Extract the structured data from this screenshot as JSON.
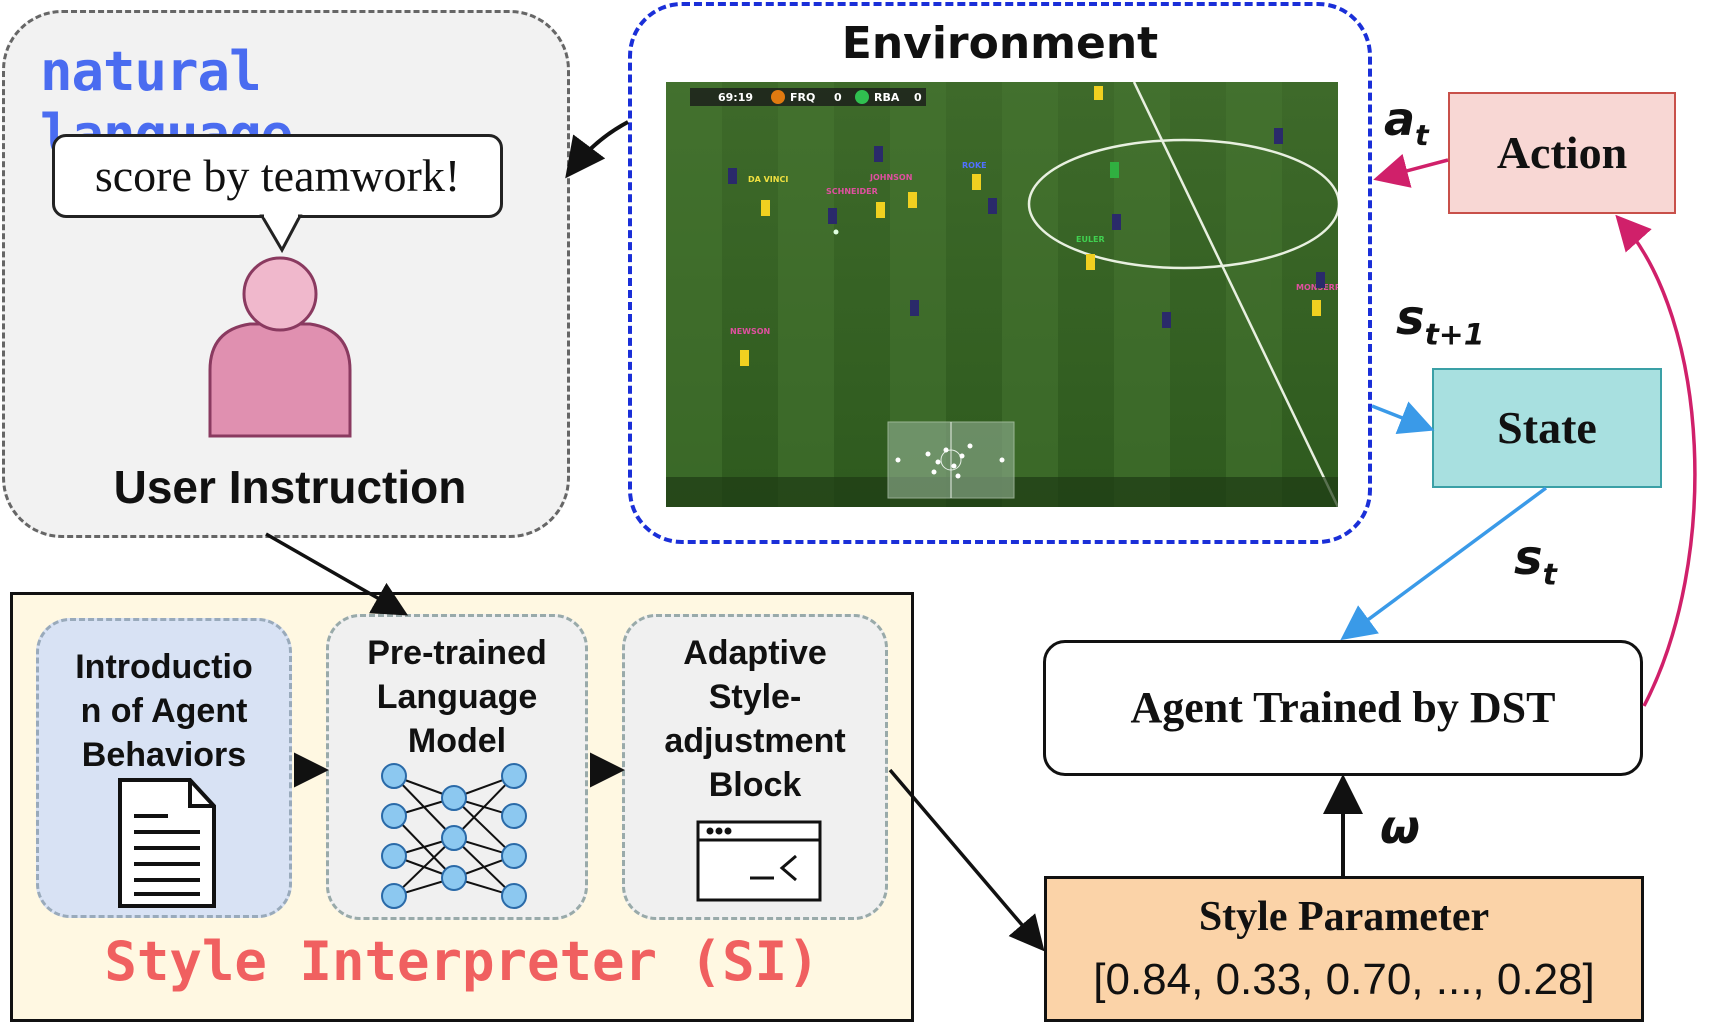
{
  "user": {
    "header": "natural language",
    "bubble_text": "score by teamwork!",
    "label": "User Instruction"
  },
  "environment": {
    "title": "Environment",
    "hud": {
      "time": "69:19",
      "team_left": "FRQ",
      "score_left": "0",
      "team_right": "RBA",
      "score_right": "0"
    },
    "player_tags": [
      "DA VINCI",
      "JOHNSON",
      "SCHNEIDER",
      "ROKE",
      "EULER",
      "NEWSON",
      "MONSERR"
    ]
  },
  "action": {
    "label": "Action",
    "symbol": "a",
    "subscript": "t"
  },
  "state": {
    "label": "State"
  },
  "next_state": {
    "symbol": "s",
    "subscript": "t+1"
  },
  "current_state": {
    "symbol": "s",
    "subscript": "t"
  },
  "agent": {
    "label": "Agent Trained by DST"
  },
  "omega": {
    "symbol": "ω"
  },
  "style_parameter": {
    "title": "Style Parameter",
    "values": "[0.84, 0.33, 0.70, ..., 0.28]"
  },
  "style_interpreter": {
    "title": "Style Interpreter (SI)",
    "intro_line1": "Introductio",
    "intro_line2": "n of Agent",
    "intro_line3": "Behaviors",
    "plm_line1": "Pre-trained",
    "plm_line2": "Language",
    "plm_line3": "Model",
    "asab_line1": "Adaptive",
    "asab_line2": "Style-",
    "asab_line3": "adjustment",
    "asab_line4": "Block"
  },
  "colors": {
    "env_border": "#1a2fd8",
    "action_fill": "#f8d7d4",
    "state_fill": "#a8e0e0",
    "style_param_fill": "#fbd3a8",
    "si_fill": "#fff8e2",
    "action_arrow": "#d0206a",
    "state_arrow": "#3a9ae8",
    "natural_language": "#4a6cf0",
    "si_title": "#f06060"
  }
}
